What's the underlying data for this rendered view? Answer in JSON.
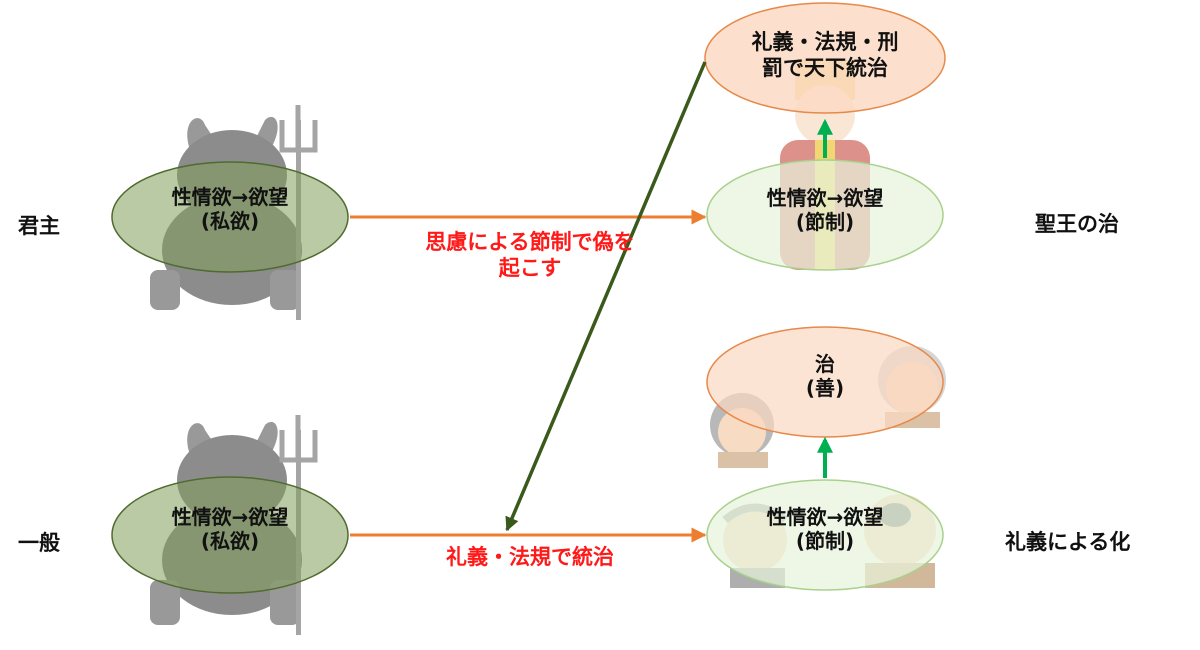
{
  "rows": {
    "top_label": "君主",
    "bottom_label": "一般"
  },
  "left_top": {
    "line1": "性情欲→欲望",
    "line2": "(私欲)"
  },
  "left_bottom": {
    "line1": "性情欲→欲望",
    "line2": "(私欲)"
  },
  "right_top_upper": {
    "line1": "礼義・法規・刑",
    "line2": "罰で天下統治"
  },
  "right_top_lower": {
    "line1": "性情欲→欲望",
    "line2": "(節制)"
  },
  "right_bottom_upper": {
    "line1": "治",
    "line2": "(善)"
  },
  "right_bottom_lower": {
    "line1": "性情欲→欲望",
    "line2": "(節制)"
  },
  "arrows": {
    "top_caption_line1": "思慮による節制で偽を",
    "top_caption_line2": "起こす",
    "bottom_caption": "礼義・法規で統治"
  },
  "outcomes": {
    "top": "聖王の治",
    "bottom": "礼義による化"
  },
  "icons": [
    "devil-icon",
    "devil-icon",
    "king-icon",
    "elderly-man-icon",
    "elderly-woman-icon",
    "old-man-icon",
    "bald-man-icon"
  ],
  "colors": {
    "green_fill": "#7f9f5a",
    "green_stroke": "#4f6b2f",
    "light_green_fill": "#e7f4dc",
    "light_green_stroke": "#a9d18e",
    "orange_fill": "#fbd9c3",
    "orange_stroke": "#e7894a",
    "arrow_orange": "#ed7d31",
    "arrow_green": "#00b050",
    "arrow_dark": "#3a5a1c",
    "caption_red": "#ff1a1a"
  }
}
